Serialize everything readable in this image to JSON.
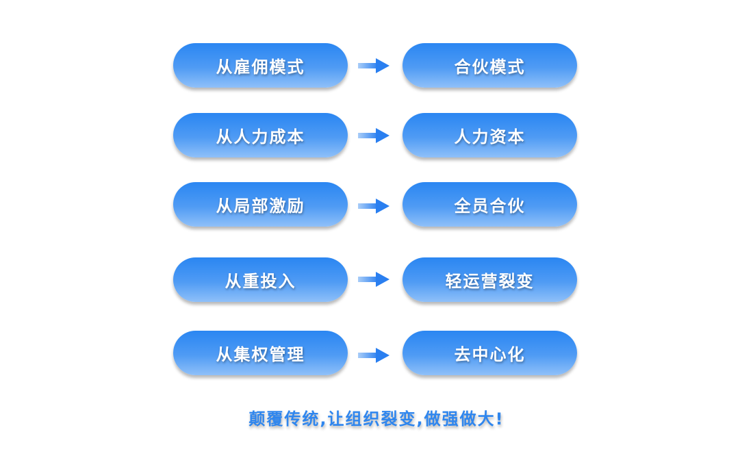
{
  "rows": [
    {
      "from": "从雇佣模式",
      "to": "合伙模式"
    },
    {
      "from": "从人力成本",
      "to": "人力资本"
    },
    {
      "from": "从局部激励",
      "to": "全员合伙"
    },
    {
      "from": "从重投入",
      "to": "轻运营裂变"
    },
    {
      "from": "从集权管理",
      "to": "去中心化"
    }
  ],
  "slogan": "颠覆传统,让组织裂变,做强做大!",
  "colors": {
    "pill_top": "#2a86f2",
    "pill_bottom": "#8fc0f9",
    "slogan": "#2f86ee"
  }
}
